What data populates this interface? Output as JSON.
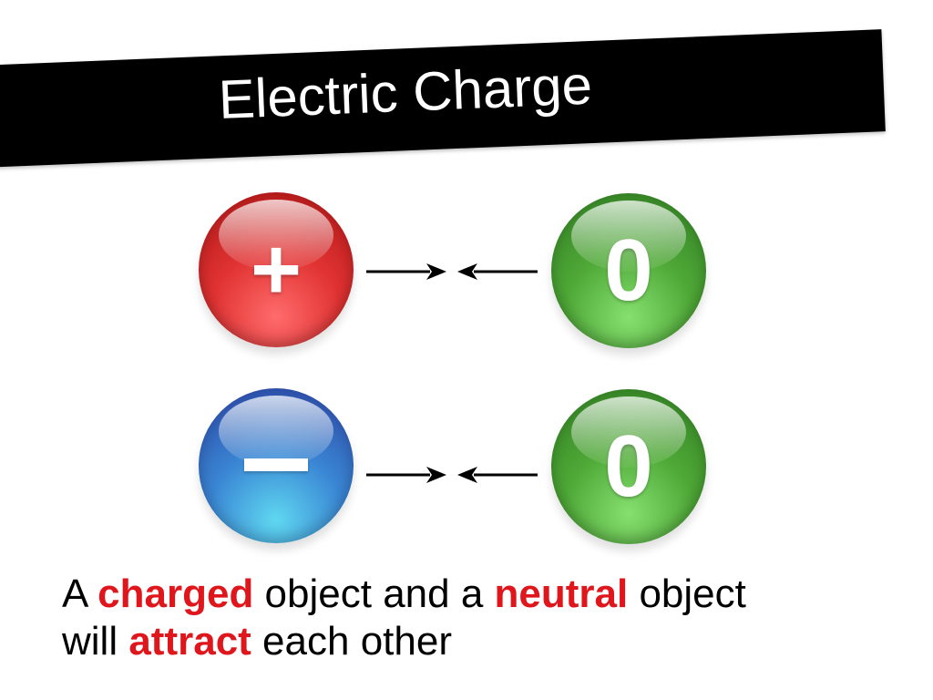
{
  "slide": {
    "title": "Electric Charge"
  },
  "objects": {
    "positive_symbol": "+",
    "negative_symbol": "–",
    "neutral_symbol_top": "0",
    "neutral_symbol_bottom": "0",
    "colors": {
      "positive": "#e13232",
      "negative": "#3a86d4",
      "neutral": "#4ea836"
    }
  },
  "caption": {
    "part1": "A ",
    "word1": "charged",
    "part2": " object and a ",
    "word2": "neutral",
    "part3": " object",
    "part4": "will ",
    "word3": "attract",
    "part5": " each other",
    "highlight_color": "#e0161d"
  }
}
